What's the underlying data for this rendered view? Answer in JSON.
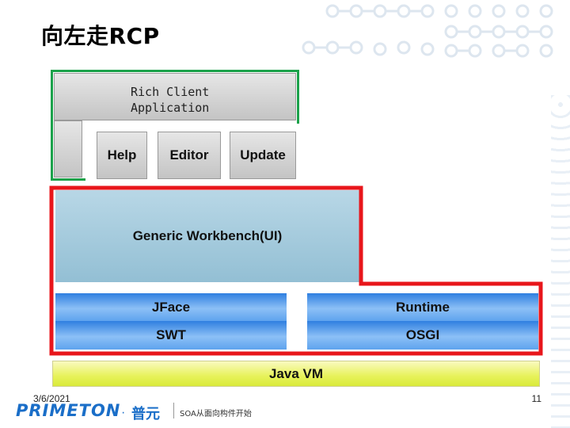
{
  "slide": {
    "title": "向左走RCP",
    "date": "3/6/2021",
    "page_number": "11"
  },
  "diagram": {
    "rich_client": [
      "Rich Client",
      "Application"
    ],
    "plugins": [
      "Help",
      "Editor",
      "Update"
    ],
    "workbench": "Generic Workbench(UI)",
    "left_stack": [
      "JFace",
      "SWT"
    ],
    "right_stack": [
      "Runtime",
      "OSGI"
    ],
    "base": "Java VM"
  },
  "footer": {
    "logo_text": "PRIMETON",
    "logo_cn": "普元",
    "slogan": "SOA从面向构件开始"
  },
  "colors": {
    "highlight_green": "#1aa14a",
    "highlight_red": "#e8161b",
    "brand_blue": "#1a6ec8"
  }
}
